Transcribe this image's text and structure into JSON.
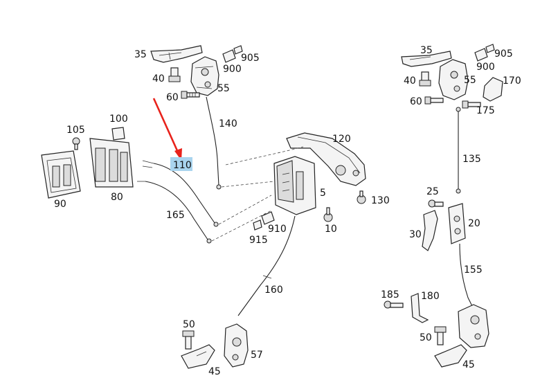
{
  "highlight_color": "#a9d4ee",
  "arrow_color": "#e8221b",
  "labels": {
    "l35a": "35",
    "l905a": "905",
    "l900a": "900",
    "l40a": "40",
    "l55a": "55",
    "l60a": "60",
    "l140": "140",
    "l100": "100",
    "l105": "105",
    "l110": "110",
    "l120": "120",
    "l5": "5",
    "l130": "130",
    "l90": "90",
    "l80": "80",
    "l165": "165",
    "l910": "910",
    "l915": "915",
    "l10": "10",
    "l160": "160",
    "l50a": "50",
    "l57": "57",
    "l45a": "45",
    "l35b": "35",
    "l905b": "905",
    "l900b": "900",
    "l40b": "40",
    "l55b": "55",
    "l170": "170",
    "l60b": "60",
    "l175": "175",
    "l135": "135",
    "l25": "25",
    "l20": "20",
    "l30": "30",
    "l155": "155",
    "l185": "185",
    "l180": "180",
    "l50b": "50",
    "l45b": "45"
  }
}
